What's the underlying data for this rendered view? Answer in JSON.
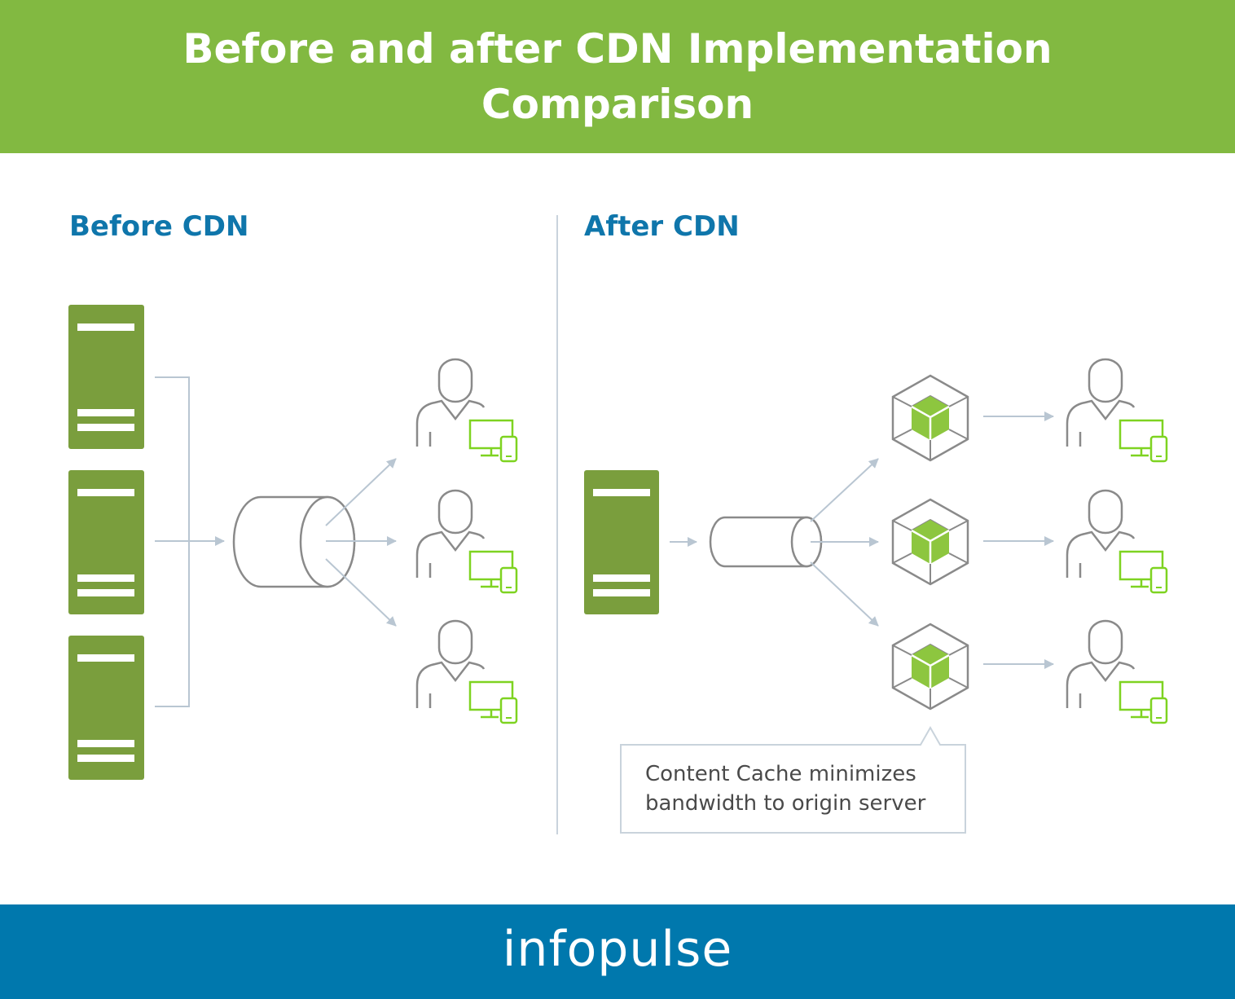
{
  "title": "Before and after CDN Implementation Comparison",
  "sections": {
    "before": {
      "label": "Before CDN"
    },
    "after": {
      "label": "After CDN"
    }
  },
  "callout": {
    "text": "Content Cache minimizes\nbandwidth to origin server"
  },
  "footer": {
    "brand": "infopulse"
  },
  "colors": {
    "header_bg": "#82b941",
    "server_green": "#7a9e3d",
    "cache_cube_green": "#8dc63f",
    "device_green": "#7ed321",
    "section_title_blue": "#0f76ab",
    "footer_bg": "#0078ad",
    "arrow_gray": "#b9c6d2",
    "outline_gray": "#8a8a8a"
  },
  "icons": [
    "server-icon",
    "pipe-icon",
    "user-icon",
    "monitor-icon",
    "phone-icon",
    "cache-cube-icon"
  ]
}
